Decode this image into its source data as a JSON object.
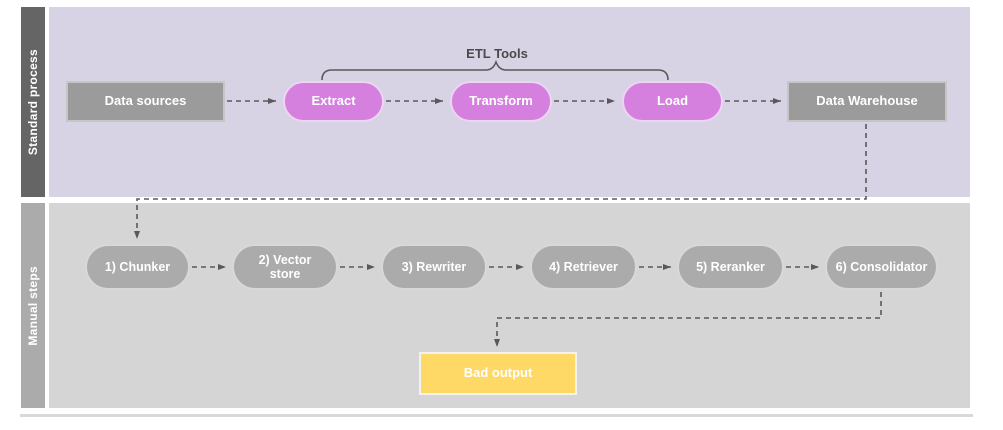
{
  "lanes": [
    {
      "label": "Standard process"
    },
    {
      "label": "Manual steps"
    }
  ],
  "etl_group": {
    "label": "ETL Tools"
  },
  "nodes": {
    "data_sources": {
      "label": "Data sources"
    },
    "extract": {
      "label": "Extract"
    },
    "transform": {
      "label": "Transform"
    },
    "load": {
      "label": "Load"
    },
    "data_warehouse": {
      "label": "Data Warehouse"
    },
    "chunker": {
      "label": "1) Chunker"
    },
    "vector_store": {
      "label": "2) Vector store"
    },
    "rewriter": {
      "label": "3) Rewriter"
    },
    "retriever": {
      "label": "4) Retriever"
    },
    "reranker": {
      "label": "5) Reranker"
    },
    "consolidator": {
      "label": "6) Consolidator"
    },
    "bad_output": {
      "label": "Bad output"
    }
  },
  "colors": {
    "lane_standard_bg": "#d8d2e5",
    "lane_standard_label_bg": "#666566",
    "lane_manual_bg": "#d5d5d5",
    "lane_manual_label_bg": "#ababab",
    "etl_node_fill": "#d57fde",
    "standard_node_fill": "#9b9b9b",
    "manual_node_fill": "#ababab",
    "bad_output_fill": "#ffd966",
    "connector_stroke": "#595959"
  }
}
